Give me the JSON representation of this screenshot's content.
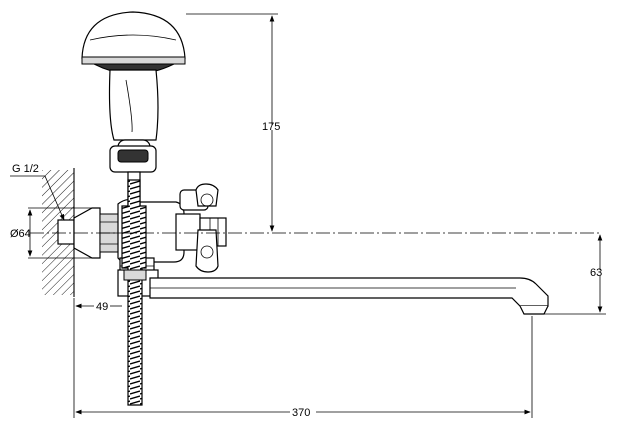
{
  "dimensions": {
    "thread_label": "G 1/2",
    "flange_diameter": "Ø64",
    "shower_height": "175",
    "spout_offset": "63",
    "wall_offset": "49",
    "total_length": "370"
  },
  "colors": {
    "line": "#000000",
    "background": "#ffffff",
    "shade": "#d9d9d9"
  }
}
